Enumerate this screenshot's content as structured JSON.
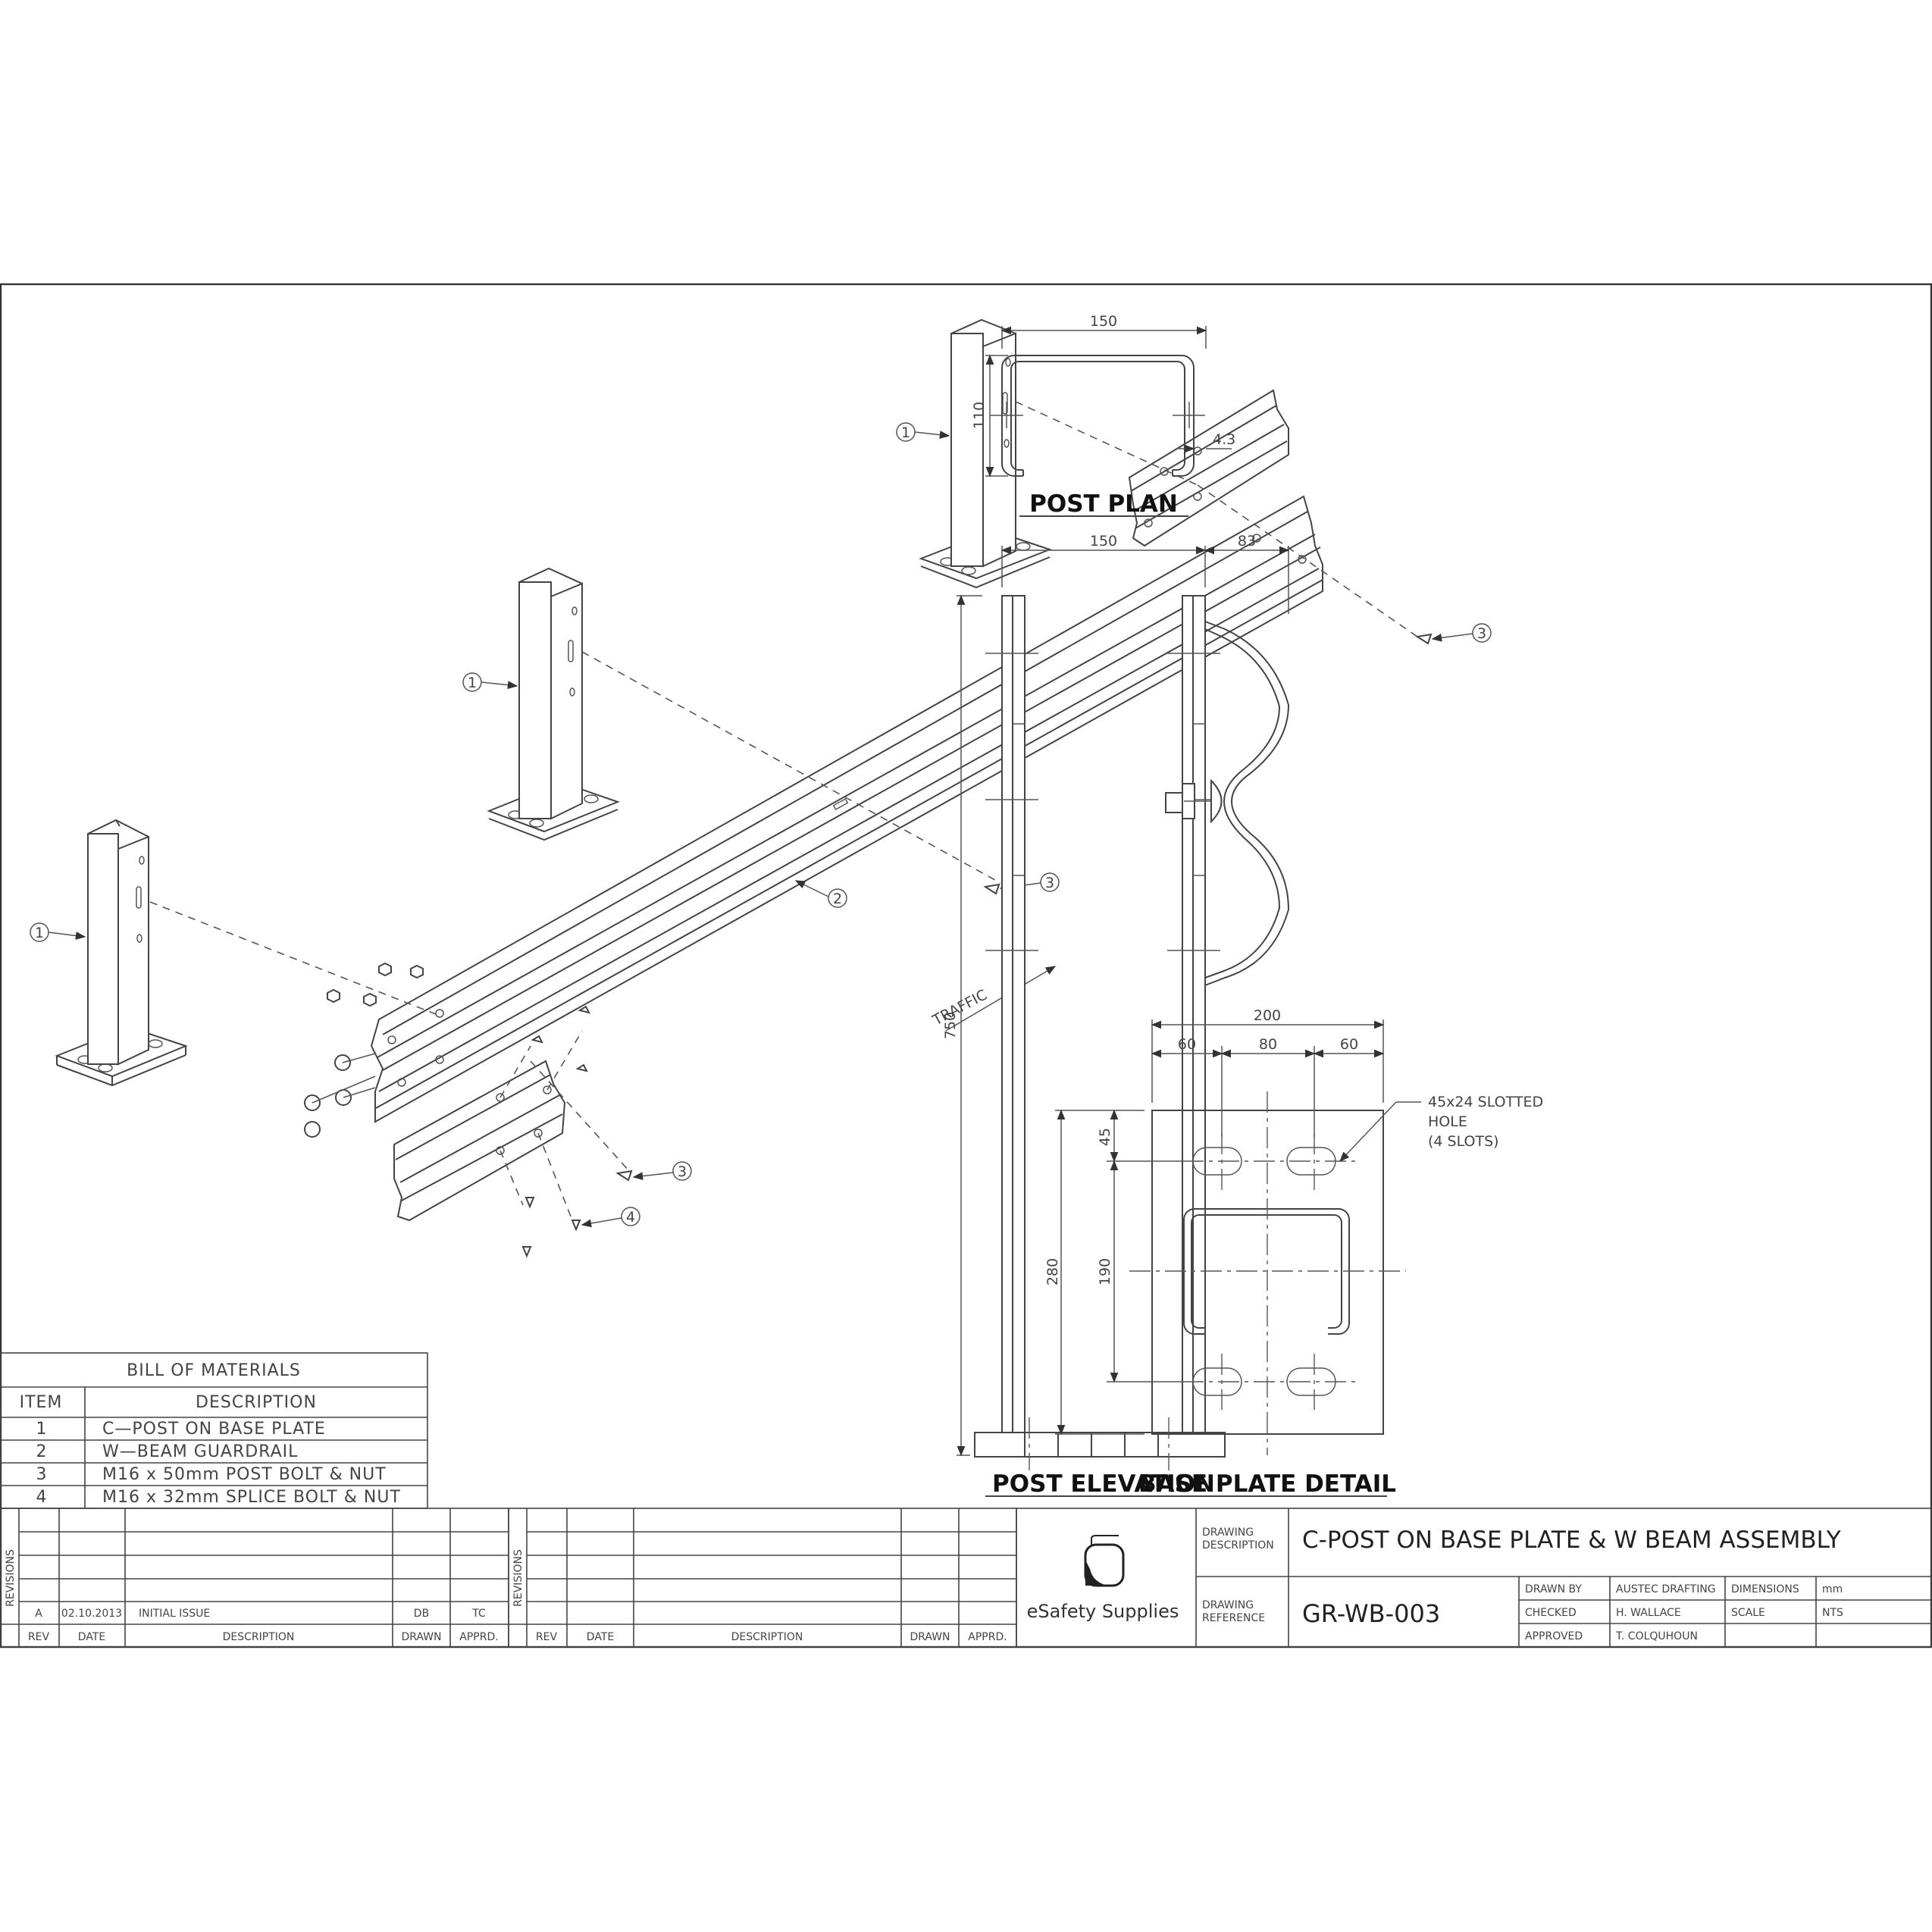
{
  "callouts": {
    "post": "1",
    "rail": "2",
    "post_bolt": "3",
    "splice_bolt": "4"
  },
  "traffic_label": "TRAFFIC",
  "views": {
    "post_plan": {
      "heading": "POST PLAN",
      "width": "150",
      "depth": "110",
      "thickness": "4.3"
    },
    "post_elevation": {
      "heading": "POST ELEVATION",
      "width": "150",
      "offset": "83",
      "height": "750"
    },
    "base_plate_detail": {
      "heading": "BASE PLATE DETAIL",
      "overall_width": "200",
      "left_edge": "60",
      "centre": "80",
      "right_edge": "60",
      "overall_height": "280",
      "top_edge": "45",
      "slot_spacing": "190",
      "slot_note": [
        "45x24 SLOTTED",
        "HOLE",
        "(4 SLOTS)"
      ]
    }
  },
  "bill_of_materials": {
    "title": "BILL OF MATERIALS",
    "col_item": "ITEM",
    "col_description": "DESCRIPTION",
    "rows": [
      {
        "item": "1",
        "description": "C—POST ON BASE PLATE"
      },
      {
        "item": "2",
        "description": "W—BEAM GUARDRAIL"
      },
      {
        "item": "3",
        "description": "M16 x 50mm POST BOLT & NUT"
      },
      {
        "item": "4",
        "description": "M16 x 32mm SPLICE BOLT & NUT"
      }
    ]
  },
  "revisions": {
    "side_label": "REVISIONS",
    "headers": [
      "REV",
      "DATE",
      "DESCRIPTION",
      "DRAWN",
      "APPRD."
    ],
    "entries": [
      {
        "rev": "A",
        "date": "02.10.2013",
        "description": "INITIAL ISSUE",
        "drawn": "DB",
        "apprd": "TC"
      }
    ]
  },
  "title_block": {
    "company": "eSafety Supplies",
    "description_label": [
      "DRAWING",
      "DESCRIPTION"
    ],
    "description": "C-POST ON BASE PLATE & W BEAM ASSEMBLY",
    "reference_label": [
      "DRAWING",
      "REFERENCE"
    ],
    "reference": "GR-WB-003",
    "drawn_by_label": "DRAWN BY",
    "drawn_by": "AUSTEC DRAFTING",
    "checked_label": "CHECKED",
    "checked": "H. WALLACE",
    "approved_label": "APPROVED",
    "approved": "T. COLQUHOUN",
    "dimensions_label": "DIMENSIONS",
    "dimensions": "mm",
    "scale_label": "SCALE",
    "scale": "NTS"
  }
}
